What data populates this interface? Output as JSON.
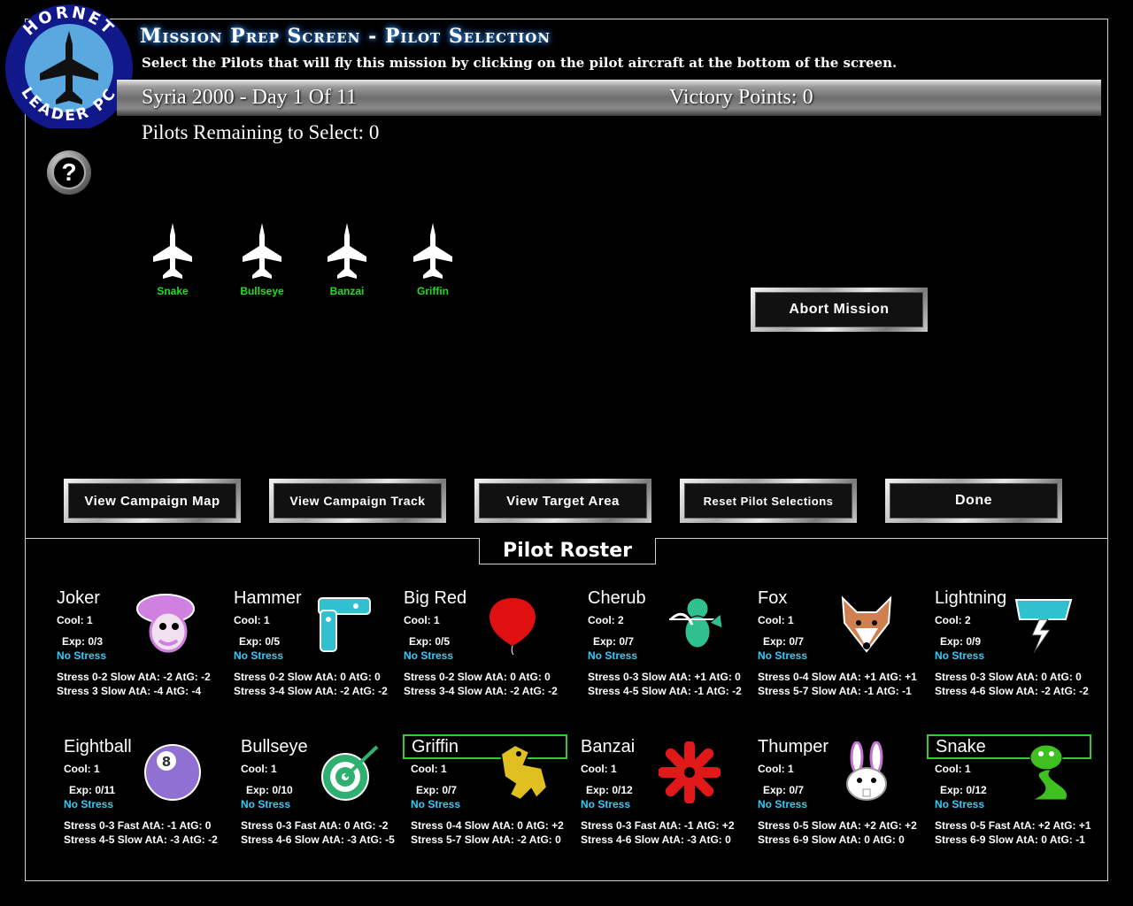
{
  "logo": {
    "top_text": "HORNET",
    "bottom_text": "LEADER PC"
  },
  "header": {
    "title": "Mission Prep Screen - Pilot Selection",
    "subtitle": "Select the Pilots that will fly this mission by clicking on the pilot aircraft at the bottom of the screen."
  },
  "banner": {
    "campaign": "Syria 2000 - Day 1 Of 11",
    "victory_points": "Victory Points: 0"
  },
  "remaining": "Pilots Remaining to Select: 0",
  "help": {
    "label": "?"
  },
  "selected_pilots": [
    {
      "name": "Snake"
    },
    {
      "name": "Bullseye"
    },
    {
      "name": "Banzai"
    },
    {
      "name": "Griffin"
    }
  ],
  "buttons": {
    "abort": "Abort Mission",
    "campaign_map": "View Campaign Map",
    "campaign_track": "View Campaign Track",
    "target_area": "View Target Area",
    "reset": "Reset Pilot Selections",
    "done": "Done"
  },
  "roster": {
    "title": "Pilot Roster",
    "pilots": [
      {
        "name": "Joker",
        "cool": "Cool: 1",
        "exp": "Exp: 0/3",
        "stress_state": "No Stress",
        "line1": "Stress 0-2 Slow AtA: -2 AtG: -2",
        "line2": "Stress 3 Slow AtA: -4 AtG: -4",
        "icon": "joker-icon",
        "color": "#d080e0"
      },
      {
        "name": "Hammer",
        "cool": "Cool: 1",
        "exp": "Exp: 0/5",
        "stress_state": "No Stress",
        "line1": "Stress 0-2 Slow AtA: 0 AtG: 0",
        "line2": "Stress 3-4 Slow AtA: -2 AtG: -2",
        "icon": "hammer-icon",
        "color": "#30c0d0"
      },
      {
        "name": "Big Red",
        "cool": "Cool: 1",
        "exp": "Exp: 0/5",
        "stress_state": "No Stress",
        "line1": "Stress 0-2 Slow AtA: 0 AtG: 0",
        "line2": "Stress 3-4 Slow AtA: -2 AtG: -2",
        "icon": "balloon-icon",
        "color": "#e01010"
      },
      {
        "name": "Cherub",
        "cool": "Cool: 2",
        "exp": "Exp: 0/7",
        "stress_state": "No Stress",
        "line1": "Stress 0-3 Slow AtA: +1 AtG: 0",
        "line2": "Stress 4-5 Slow AtA: -1 AtG: -2",
        "icon": "cherub-icon",
        "color": "#30c090"
      },
      {
        "name": "Fox",
        "cool": "Cool: 1",
        "exp": "Exp: 0/7",
        "stress_state": "No Stress",
        "line1": "Stress 0-4 Slow AtA: +1 AtG: +1",
        "line2": "Stress 5-7 Slow AtA: -1 AtG: -1",
        "icon": "fox-icon",
        "color": "#d08050"
      },
      {
        "name": "Lightning",
        "cool": "Cool: 2",
        "exp": "Exp: 0/9",
        "stress_state": "No Stress",
        "line1": "Stress 0-3 Slow AtA: 0 AtG: 0",
        "line2": "Stress 4-6 Slow AtA: -2 AtG: -2",
        "icon": "lightning-icon",
        "color": "#30c0d0"
      },
      {
        "name": "Eightball",
        "cool": "Cool: 1",
        "exp": "Exp: 0/11",
        "stress_state": "No Stress",
        "line1": "Stress 0-3 Fast AtA: -1 AtG: 0",
        "line2": "Stress 4-5 Slow AtA: -3 AtG: -2",
        "icon": "eightball-icon",
        "color": "#9070d0"
      },
      {
        "name": "Bullseye",
        "cool": "Cool: 1",
        "exp": "Exp: 0/10",
        "stress_state": "No Stress",
        "line1": "Stress 0-3 Fast AtA: 0 AtG: -2",
        "line2": "Stress 4-6 Slow AtA: -3 AtG: -5",
        "icon": "target-icon",
        "color": "#30b070"
      },
      {
        "name": "Griffin",
        "cool": "Cool: 1",
        "exp": "Exp: 0/7",
        "stress_state": "No Stress",
        "line1": "Stress 0-4 Slow AtA: 0 AtG: +2",
        "line2": "Stress 5-7 Slow AtA: -2 AtG: 0",
        "icon": "griffin-icon",
        "color": "#e0c020",
        "selected": true
      },
      {
        "name": "Banzai",
        "cool": "Cool: 1",
        "exp": "Exp: 0/12",
        "stress_state": "No Stress",
        "line1": "Stress 0-3 Fast AtA: -1 AtG: +2",
        "line2": "Stress 4-6 Slow AtA: -3 AtG: 0",
        "icon": "rising-sun-icon",
        "color": "#e01818"
      },
      {
        "name": "Thumper",
        "cool": "Cool: 1",
        "exp": "Exp: 0/7",
        "stress_state": "No Stress",
        "line1": "Stress 0-5 Slow AtA: +2 AtG: +2",
        "line2": "Stress 6-9 Slow AtA: 0 AtG: 0",
        "icon": "rabbit-icon",
        "color": "#c070d0"
      },
      {
        "name": "Snake",
        "cool": "Cool: 1",
        "exp": "Exp: 0/12",
        "stress_state": "No Stress",
        "line1": "Stress 0-5 Fast AtA: +2 AtG: +1",
        "line2": "Stress 6-9 Slow AtA: 0 AtG: -1",
        "icon": "snake-icon",
        "color": "#40c020",
        "selected": true
      }
    ]
  }
}
